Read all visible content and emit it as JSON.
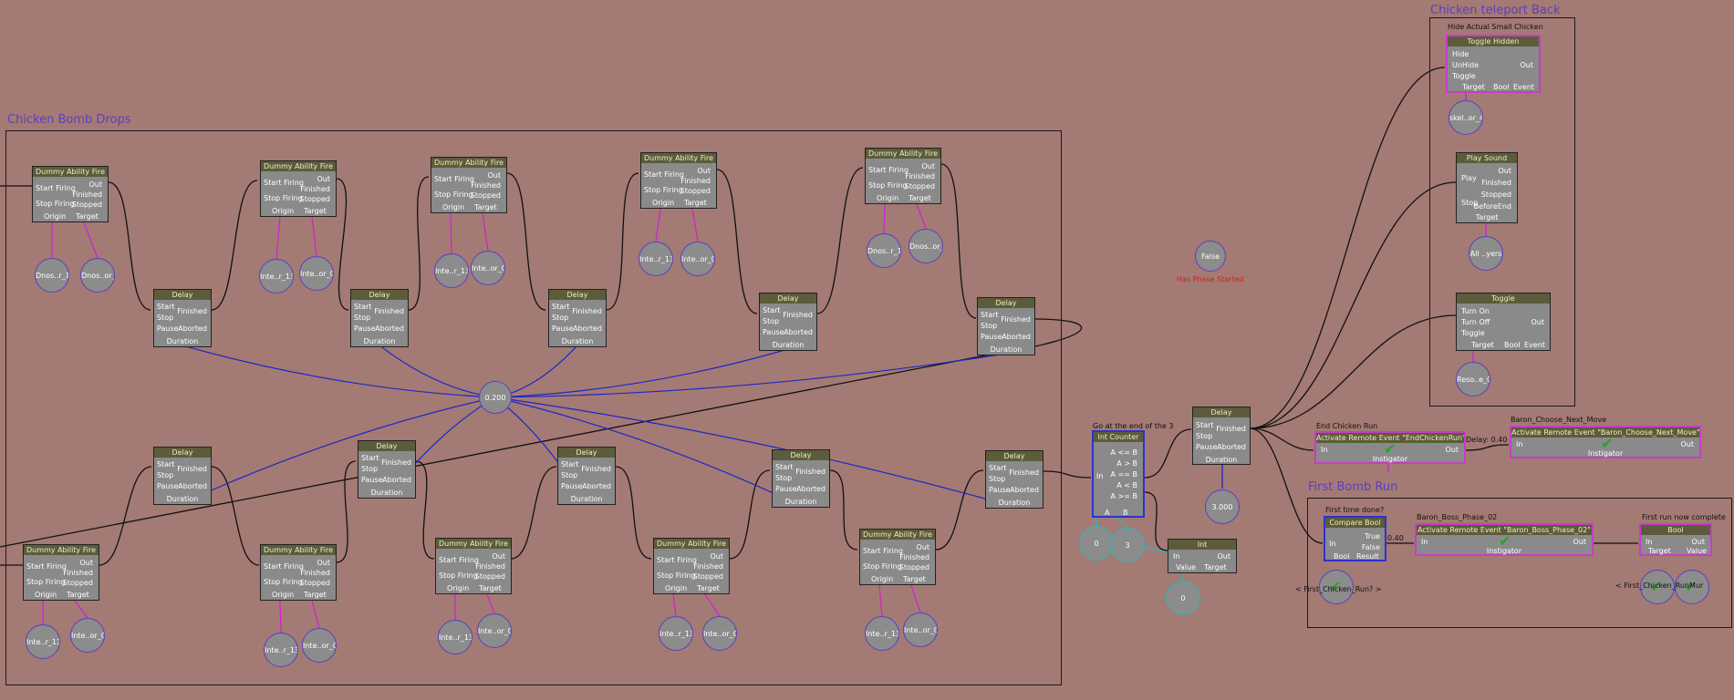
{
  "canvas": {
    "background": "#a47a74"
  },
  "comments": [
    {
      "title": "Chicken Bomb Drops"
    },
    {
      "title": "Chicken teleport Back"
    },
    {
      "title": "First Bomb Run"
    }
  ],
  "inline_labels": [
    "Hide Actual Small Chicken",
    "Go at the end of the 3",
    "End Chicken Run",
    "Baron_Choose_Next_Move",
    "First time done?",
    "Baron_Boss_Phase_02",
    "First run now complete"
  ],
  "dummy_ability": {
    "title": "Dummy Ability Fire",
    "in_pins": [
      "Start Firing",
      "Stop Firing"
    ],
    "out_pins": [
      "Out",
      "Finished",
      "Stopped"
    ],
    "vars": [
      "Origin",
      "Target"
    ]
  },
  "delay": {
    "title": "Delay",
    "in_pins": [
      "Start",
      "Stop",
      "Pause"
    ],
    "out_pins": [
      "Finished",
      "Aborted"
    ],
    "var": "Duration"
  },
  "dummy_var_labels": [
    [
      "Dnos..r_13",
      "Dnos..or_0"
    ],
    [
      "Inte..r_13",
      "Inte..or_0"
    ],
    [
      "Inte..r_13",
      "Inte..or_0"
    ],
    [
      "Inte..r_13",
      "Inte..or_0"
    ],
    [
      "Dnos..r_13",
      "Dnos..or_0"
    ],
    [
      "Inte..r_13",
      "Inte..or_0"
    ],
    [
      "Inte..r_13",
      "Inte..or_0"
    ],
    [
      "Inte..r_13",
      "Inte..or_0"
    ],
    [
      "Inte..r_13",
      "Inte..or_0"
    ],
    [
      "Inte..r_13",
      "Inte..or_0"
    ]
  ],
  "shared_delay_value": "0.200",
  "false_var": {
    "label": "False",
    "red_text": "Has Phase Started"
  },
  "int_counter": {
    "title": "Int Counter",
    "in_pin": "In",
    "out_pins": [
      "A <= B",
      "A > B",
      "A == B",
      "A < B",
      "A >= B"
    ],
    "vars": [
      "A",
      "B"
    ],
    "values": [
      "0",
      "3"
    ]
  },
  "int_node": {
    "title": "Int",
    "in_pin": "In",
    "out_pin": "Out",
    "vars": [
      "Value",
      "Target"
    ],
    "value": "0"
  },
  "delay_final": {
    "value": "3.000"
  },
  "toggle_hidden": {
    "title": "Toggle Hidden",
    "in_pins": [
      "Hide",
      "UnHide",
      "Toggle"
    ],
    "out_pin": "Out",
    "vars": [
      "Target",
      "Bool",
      "Event"
    ],
    "target_label": "skel..or_4"
  },
  "play_sound": {
    "title": "Play Sound",
    "in_pins": [
      "Play",
      "Stop"
    ],
    "out_pins": [
      "Out",
      "Finished",
      "Stopped",
      "BeforeEnd"
    ],
    "var": "Target",
    "target_label": "All ..yers"
  },
  "toggle": {
    "title": "Toggle",
    "in_pins": [
      "Turn On",
      "Turn Off",
      "Toggle"
    ],
    "out_pin": "Out",
    "vars": [
      "Target",
      "Bool",
      "Event"
    ],
    "target_label": "Reso..e_0"
  },
  "remote_end": {
    "title": "Activate Remote Event \"EndChickenRun\"",
    "in_pin": "In",
    "out_pin": "Out",
    "var": "Instigator",
    "delay_note": "Delay: 0.40"
  },
  "remote_baron": {
    "title": "Activate Remote Event \"Baron_Choose_Next_Move\"",
    "in_pin": "In",
    "out_pin": "Out",
    "var": "Instigator"
  },
  "compare_bool": {
    "title": "Compare Bool",
    "in_pin": "In",
    "out_pins": [
      "True",
      "False"
    ],
    "vars": [
      "Bool",
      "Result"
    ],
    "var_label": "< First_Chicken_Run? >"
  },
  "remote_phase": {
    "title": "Activate Remote Event \"Baron_Boss_Phase_02\"",
    "in_pin": "In",
    "out_pin": "Out",
    "var": "Instigator",
    "delay_note": "0.40"
  },
  "bool_node": {
    "title": "Bool",
    "in_pin": "In",
    "out_pin": "Out",
    "vars": [
      "Target",
      "Value"
    ],
    "var_label": "< First_Chicken_RunMur"
  }
}
